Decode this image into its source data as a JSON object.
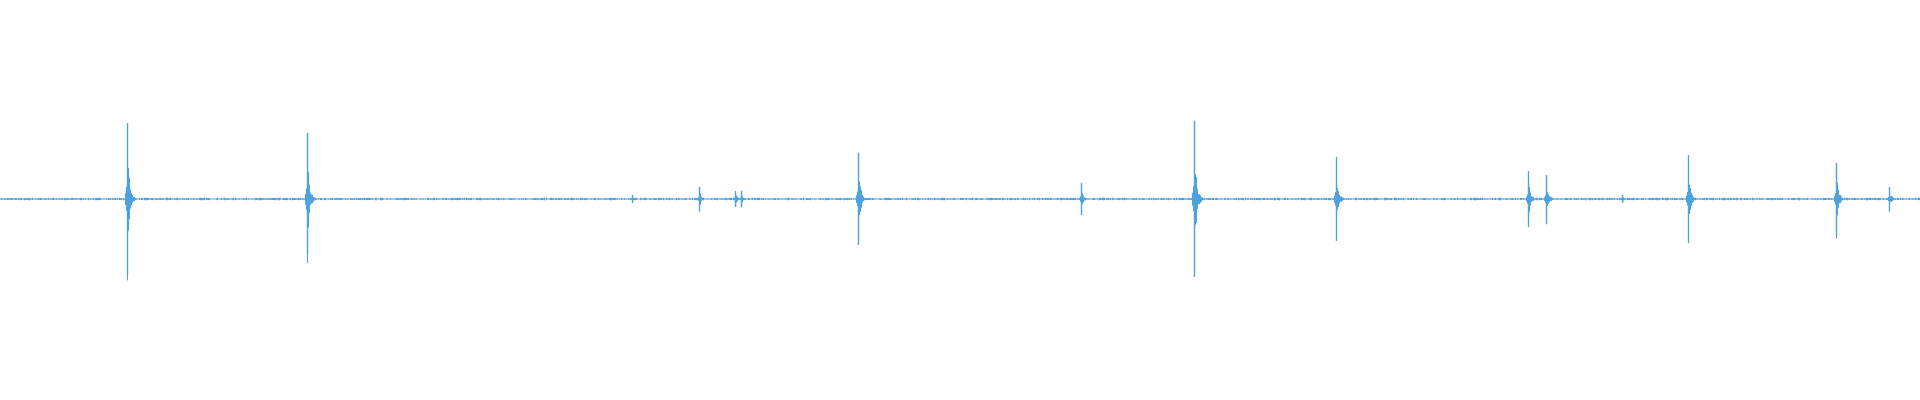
{
  "waveform": {
    "color": "#4da3e0",
    "background": "#ffffff",
    "baseline_amplitude": 0.006,
    "transients": [
      {
        "position": 0.066,
        "amplitude": 0.38,
        "asymmetry": 1.0
      },
      {
        "position": 0.16,
        "amplitude": 0.33,
        "asymmetry": 0.85
      },
      {
        "position": 0.329,
        "amplitude": 0.02,
        "asymmetry": 1.0
      },
      {
        "position": 0.364,
        "amplitude": 0.06,
        "asymmetry": 1.0
      },
      {
        "position": 0.383,
        "amplitude": 0.04,
        "asymmetry": 1.0
      },
      {
        "position": 0.386,
        "amplitude": 0.04,
        "asymmetry": 1.0
      },
      {
        "position": 0.447,
        "amplitude": 0.23,
        "asymmetry": 1.0
      },
      {
        "position": 0.563,
        "amplitude": 0.08,
        "asymmetry": 1.0
      },
      {
        "position": 0.622,
        "amplitude": 0.39,
        "asymmetry": 1.0
      },
      {
        "position": 0.696,
        "amplitude": 0.21,
        "asymmetry": 1.0
      },
      {
        "position": 0.796,
        "amplitude": 0.14,
        "asymmetry": 1.0
      },
      {
        "position": 0.805,
        "amplitude": 0.12,
        "asymmetry": 1.0
      },
      {
        "position": 0.845,
        "amplitude": 0.02,
        "asymmetry": 1.0
      },
      {
        "position": 0.879,
        "amplitude": 0.22,
        "asymmetry": 1.0
      },
      {
        "position": 0.956,
        "amplitude": 0.18,
        "asymmetry": 1.0
      },
      {
        "position": 0.984,
        "amplitude": 0.06,
        "asymmetry": 1.0
      }
    ]
  }
}
